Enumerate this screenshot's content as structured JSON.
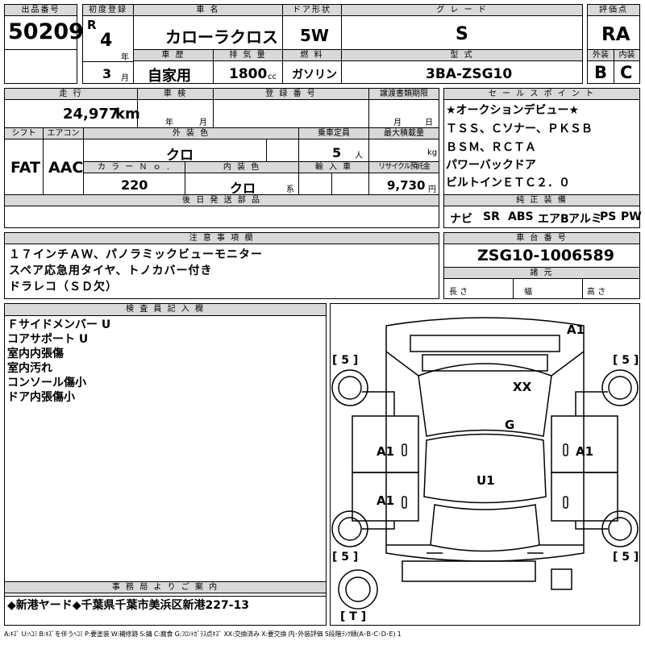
{
  "header": {
    "lot_label": "出品番号",
    "lot_value": "50209",
    "reg_label": "初度登録",
    "era": "R",
    "year_value": "4",
    "year_unit": "年",
    "month_value": "3",
    "month_unit": "月",
    "car_name_label": "車 名",
    "car_name_value": "カローラクロス",
    "door_label": "ドア形状",
    "door_value": "5W",
    "grade_label": "グ レ ー ド",
    "grade_value": "S",
    "score_label": "評価点",
    "score_value": "RA",
    "history_label": "車 歴",
    "history_value": "自家用",
    "displacement_label": "排 気 量",
    "displacement_value": "1800",
    "displacement_unit": "cc",
    "fuel_label": "燃 料",
    "fuel_value": "ガソリン",
    "model_label": "型 式",
    "model_value": "3BA-ZSG10",
    "exterior_label": "外装",
    "exterior_value": "B",
    "interior_label": "内装",
    "interior_value": "C"
  },
  "row2": {
    "mileage_label": "走 行",
    "mileage_value": "24,977",
    "mileage_unit": "km",
    "inspection_label": "車 検",
    "inspection_year_unit": "年",
    "inspection_month_unit": "月",
    "plate_label": "登 録 番 号",
    "transfer_label": "譲渡書類期限",
    "transfer_month_unit": "月",
    "transfer_day_unit": "日",
    "shift_label": "シフト",
    "shift_value": "FAT",
    "ac_label": "エアコン",
    "ac_value": "AAC",
    "color_label": "外 装 色",
    "color_value": "クロ",
    "capacity_label": "乗車定員",
    "capacity_value": "5",
    "capacity_unit": "人",
    "payload_label": "最大積載量",
    "payload_unit": "kg",
    "color_no_label": "カ ラ ー Ｎ ｏ .",
    "color_no_value": "220",
    "int_color_label": "内 装 色",
    "int_color_value": "クロ",
    "int_color_suffix": "系",
    "import_label": "輸 入 車",
    "recycle_label": "リサイクル預託金",
    "recycle_value": "9,730",
    "recycle_unit": "円",
    "later_label": "後 日 発 送 部 品"
  },
  "sales": {
    "label": "セ ー ル ス ポ イ ン ト",
    "lines": [
      "★オークションデビュー★",
      "ＴＳＳ、Ｃソナー、ＰＫＳＢ",
      "ＢＳＭ、ＲＣＴＡ",
      "パワーバックドア",
      "ビルトインＥＴＣ２．０"
    ]
  },
  "equipment": {
    "label": "純 正 装 備",
    "items": [
      "ナビ",
      "SR",
      "ABS",
      "エアB",
      "アルミ",
      "PS",
      "PW"
    ]
  },
  "notes": {
    "label": "注 意 事 項 欄",
    "lines": [
      "１７インチＡＷ、パノラミックビューモニター",
      "スペア応急用タイヤ、トノカバー付き",
      "ドラレコ（ＳＤ欠）"
    ]
  },
  "chassis": {
    "label": "車 台 番 号",
    "value": "ZSG10-1006589",
    "specs_label": "諸 元",
    "length_label": "長 さ",
    "width_label": "幅",
    "height_label": "高 さ"
  },
  "inspector": {
    "label": "検 査 員 記 入 欄",
    "lines": [
      "Ｆサイドメンバー U",
      "コアサポート U",
      "室内内張傷",
      "室内汚れ",
      "コンソール傷小",
      "ドア内張傷小"
    ]
  },
  "diagram": {
    "marks": [
      "A1",
      "XX",
      "G",
      "A1",
      "A1",
      "U1",
      "A1"
    ],
    "tires": [
      "[ 5 ]",
      "[ 5 ]",
      "[ 5 ]",
      "[ 5 ]",
      "[ T ]"
    ]
  },
  "office": {
    "label": "事 務 局 よ り ご 案 内",
    "value": "◆新港ヤード◆千葉県千葉市美浜区新港227-13"
  },
  "legend": "A:ｷｽﾞ U:ﾍｺﾐ B:ｷｽﾞを伴うﾍｺﾐ P:要塗装 W:補修跡 S:錆 C:腐食 G:ﾌﾛﾝﾄｶﾞﾗｽ点ｷｽﾞ XX:交換済み X:要交換 内･外装評価 5段階ﾗﾝｸ順(A･B･C･D･E) 1"
}
